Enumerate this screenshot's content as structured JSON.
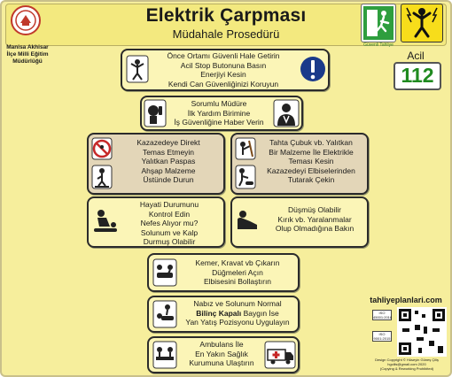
{
  "header": {
    "title": "Elektrik Çarpması",
    "subtitle": "Müdahale Prosedürü",
    "organization": [
      "Manisa Akhisar",
      "İlçe Milli Eğitim",
      "Müdürlüğü"
    ],
    "exit_sign_label": "Güvenli Tahliye"
  },
  "emergency": {
    "label": "Acil",
    "number": "112"
  },
  "steps": [
    {
      "lines": [
        "Önce Ortamı Güvenli Hale Getirin",
        "Acil Stop Butonuna Basın",
        "Enerjiyi Kesin",
        "Kendi Can Güvenliğinizi Koruyun"
      ]
    },
    {
      "lines": [
        "Sorumlu Müdüre",
        "İlk Yardım Birimine",
        "İş Güvenliğine Haber Verin"
      ]
    },
    {
      "lines": [
        "Kazazedeye Direkt",
        "Temas Etmeyin",
        "Yalıtkan Paspas",
        "Ahşap Malzeme",
        "Üstünde Durun"
      ]
    },
    {
      "lines": [
        "Tahta Çubuk vb. Yalıtkan",
        "Bir Malzeme İle Elektrikle",
        "Teması Kesin",
        "Kazazedeyi Elbiselerinden",
        "Tutarak Çekin"
      ]
    },
    {
      "lines": [
        "Hayati Durumunu",
        "Kontrol Edin",
        "Nefes Alıyor mu?",
        "Solunum ve Kalp",
        "Durmuş Olabilir"
      ]
    },
    {
      "lines": [
        "Düşmüş Olabilir",
        "Kırık vb. Yaralanmalar",
        "Olup Olmadığına Bakın"
      ]
    },
    {
      "lines": [
        "Kemer, Kravat vb Çıkarın",
        "Düğmeleri Açın",
        "Elbisesini Bollaştırın"
      ]
    },
    {
      "line1": "Nabız ve Solunum Normal",
      "line2_bold": "Bilinç Kapalı",
      "line2_rest": " Baygın İse",
      "line3": "Yan Yatış Pozisyonu Uygulayın"
    },
    {
      "lines": [
        "Ambulans İle",
        "En Yakın Sağlık",
        "Kurumuna Ulaştırın"
      ]
    }
  ],
  "footer": {
    "website": "tahliyeplanlari.com",
    "cert1": "ISO 45001:2018",
    "cert2": "ISO 9001:2015",
    "copyright": [
      "Design Copyright © Hüseyin Güneş Çiliş",
      "hgcilis@gmail.com 2020",
      "(Copying & Reworking Prohibited)"
    ]
  },
  "colors": {
    "background": "#f6ee9c",
    "step_fill": "#fbf5b7",
    "warning_fill": "#e3d6b8",
    "emergency_green": "#1f8a1f",
    "hazard_yellow": "#f7dd1b"
  }
}
